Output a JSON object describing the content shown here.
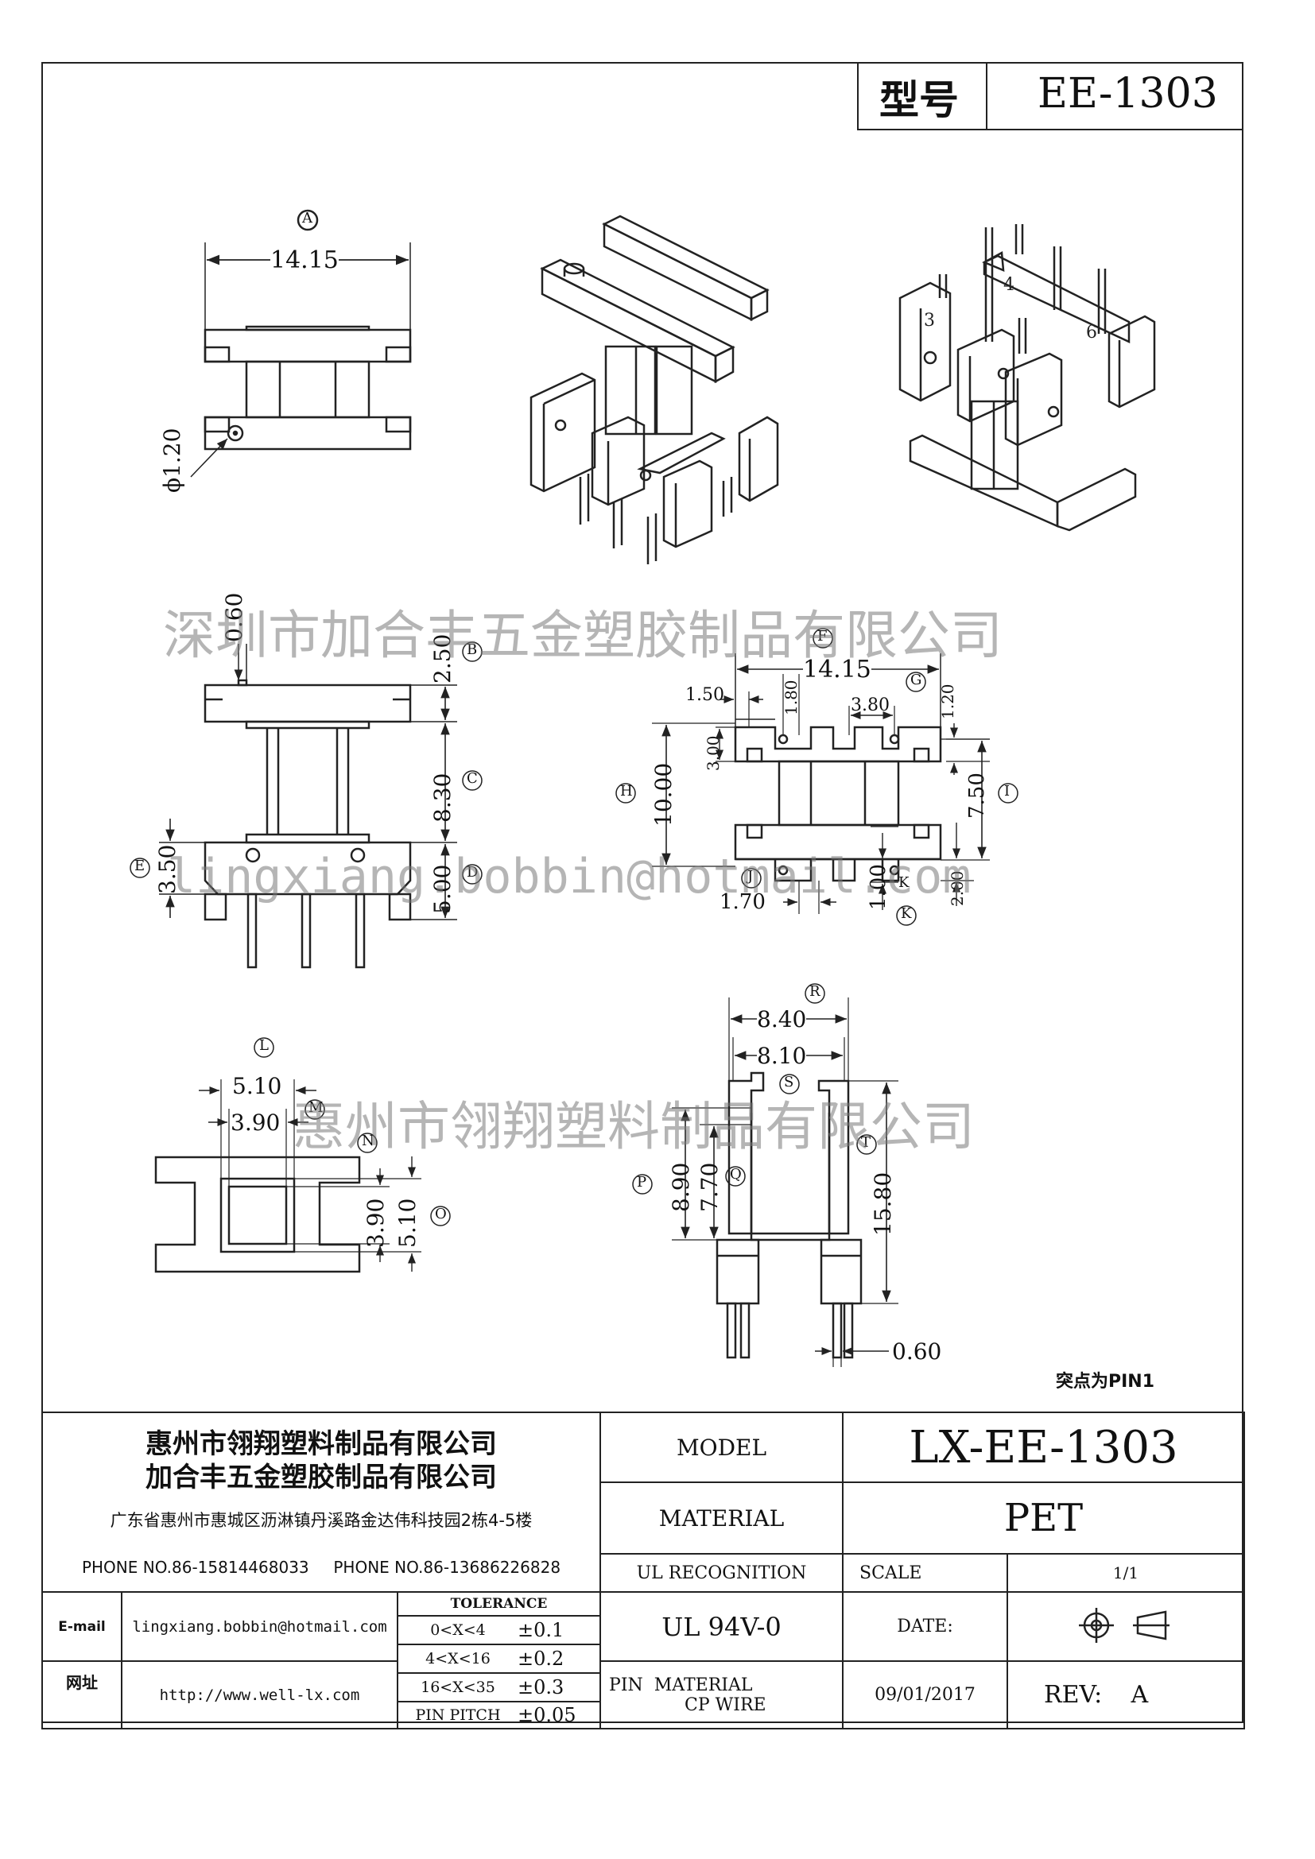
{
  "header": {
    "model_label": "型号",
    "model_value": "EE-1303"
  },
  "watermarks": {
    "line1": "深圳市加合丰五金塑胶制品有限公司",
    "line2": "lingxiang.bobbin@hotmail.com",
    "line3": "惠州市翎翔塑料制品有限公司"
  },
  "views": {
    "top": {
      "callout": "A",
      "width": "14.15",
      "hole": "ϕ1.20"
    },
    "front": {
      "callouts": [
        "B",
        "C",
        "D",
        "E"
      ],
      "dims": {
        "top_nub": "0.60",
        "b": "2.50",
        "c": "8.30",
        "d": "5.00",
        "e": "3.50"
      }
    },
    "bottom": {
      "callouts": [
        "F",
        "G",
        "H",
        "I",
        "J",
        "K"
      ],
      "dims": {
        "f": "14.15",
        "edge": "1.50",
        "slot": "1.80",
        "g_pitch": "3.80",
        "g": "1.20",
        "inner": "3.00",
        "h": "10.00",
        "i": "7.50",
        "j": "1.70",
        "k": "1.00",
        "k_small": "K",
        "side": "2.00"
      }
    },
    "section": {
      "callouts": [
        "L",
        "M",
        "N",
        "O"
      ],
      "dims": {
        "l": "5.10",
        "m": "3.90",
        "n": "3.90",
        "o": "5.10"
      }
    },
    "side": {
      "callouts": [
        "R",
        "S",
        "T",
        "P",
        "Q"
      ],
      "dims": {
        "r1": "8.40",
        "r2": "8.10",
        "p": "8.90",
        "q": "7.70",
        "t": "15.80",
        "pin": "0.60"
      }
    },
    "pin1_note": "突点为PIN1"
  },
  "title_block": {
    "company1": "惠州市翎翔塑料制品有限公司",
    "company2": "加合丰五金塑胶制品有限公司",
    "address": "广东省惠州市惠城区沥淋镇丹溪路金达伟科技园2栋4-5楼",
    "phone1": "PHONE NO.86-15814468033",
    "phone2": "PHONE NO.86-13686226828",
    "email_label": "E-mail",
    "email": "lingxiang.bobbin@hotmail.com",
    "web_label": "网址",
    "web": "http://www.well-lx.com",
    "tolerance_title": "TOLERANCE",
    "tolerance": [
      {
        "range": "0<X<4",
        "value": "±0.1"
      },
      {
        "range": "4<X<16",
        "value": "±0.2"
      },
      {
        "range": "16<X<35",
        "value": "±0.3"
      },
      {
        "range": "PIN PITCH",
        "value": "±0.05"
      }
    ],
    "model_label": "MODEL",
    "model": "LX-EE-1303",
    "material_label": "MATERIAL",
    "material": "PET",
    "ul_label": "UL RECOGNITION",
    "ul_value": "UL 94V-0",
    "scale_label": "SCALE",
    "scale": "1/1",
    "date_label": "DATE:",
    "date": "09/01/2017",
    "pin_material_label": "PIN  MATERIAL",
    "pin_material": "CP WIRE",
    "rev_label": "REV:",
    "rev": "A"
  }
}
